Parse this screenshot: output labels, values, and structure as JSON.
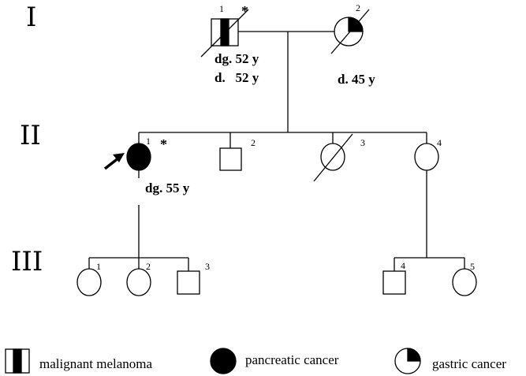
{
  "generations": [
    "I",
    "II",
    "III"
  ],
  "individuals": {
    "I1": {
      "number": "1",
      "mark": "*",
      "notes": [
        "dg. 52 y",
        "d.   52 y"
      ],
      "condition": "malignant melanoma",
      "deceased": true
    },
    "I2": {
      "number": "2",
      "notes": [
        "d. 45 y"
      ],
      "condition": "gastric cancer",
      "deceased": true
    },
    "II1": {
      "number": "1",
      "mark": "*",
      "notes": [
        "dg. 55 y"
      ],
      "condition": "pancreatic cancer",
      "proband": true
    },
    "II2": {
      "number": "2"
    },
    "II3": {
      "number": "3",
      "deceased": true
    },
    "II4": {
      "number": "4"
    },
    "III1": {
      "number": "1"
    },
    "III2": {
      "number": "2"
    },
    "III3": {
      "number": "3"
    },
    "III4": {
      "number": "4"
    },
    "III5": {
      "number": "5"
    }
  },
  "legend": [
    {
      "icon": "melanoma-square-icon",
      "label": "malignant melanoma"
    },
    {
      "icon": "filled-circle-icon",
      "label": "pancreatic cancer"
    },
    {
      "icon": "quarter-filled-circle-icon",
      "label": "gastric cancer"
    }
  ]
}
